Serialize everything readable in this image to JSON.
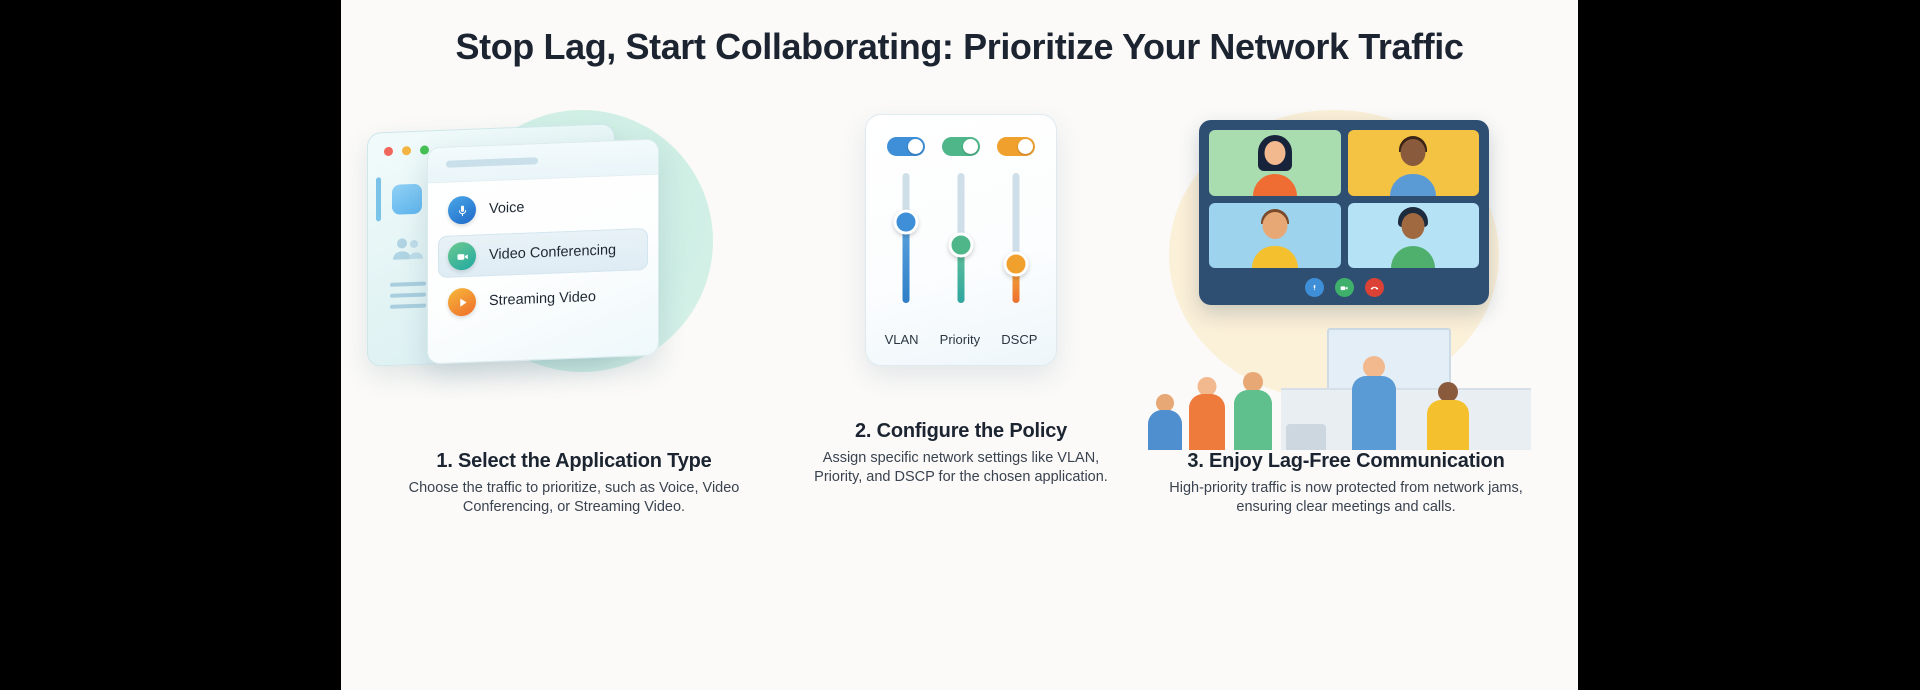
{
  "page": {
    "title": "Stop Lag, Start Collaborating: Prioritize Your Network Traffic",
    "background_color": "#fbfaf8",
    "letterbox_color": "#000000",
    "title_color": "#1b2430"
  },
  "steps": [
    {
      "heading": "1. Select the Application Type",
      "body": "Choose the traffic to prioritize, such as Voice, Video Conferencing, or Streaming Video.",
      "illustration": "app-selection-window",
      "window": {
        "traffic_lights": [
          "red",
          "yellow",
          "green"
        ],
        "sidebar_icons": [
          "dashboard-tile-icon",
          "people-icon",
          "list-lines-icon"
        ],
        "app_list": [
          {
            "label": "Voice",
            "icon": "microphone-icon",
            "color": "#2a7fd4",
            "selected": false
          },
          {
            "label": "Video Conferencing",
            "icon": "video-camera-icon",
            "color": "#34b39a",
            "selected": true
          },
          {
            "label": "Streaming Video",
            "icon": "play-icon",
            "color": "#f18a2e",
            "selected": false
          }
        ]
      }
    },
    {
      "heading": "2. Configure the Policy",
      "body": "Assign specific network settings like VLAN, Priority, and DSCP for the chosen application.",
      "illustration": "policy-slider-card",
      "controls": [
        {
          "label": "VLAN",
          "color": "#3f8fd8",
          "toggle_on": true,
          "slider_percent": 62
        },
        {
          "label": "Priority",
          "color": "#4fb68a",
          "toggle_on": true,
          "slider_percent": 45
        },
        {
          "label": "DSCP",
          "color": "#f0a02c",
          "toggle_on": true,
          "slider_percent": 30
        }
      ]
    },
    {
      "heading": "3. Enjoy Lag-Free Communication",
      "body": "High-priority traffic is now protected from network jams, ensuring clear meetings and calls.",
      "illustration": "video-call-meeting",
      "monitor": {
        "participant_tiles": [
          {
            "tile_color": "#a9ddb0",
            "shirt_color": "#ef6d32",
            "hair_color": "#16233b",
            "skin_color": "#f2b98f"
          },
          {
            "tile_color": "#f5c344",
            "shirt_color": "#5b9bd5",
            "hair_color": "#3a2418",
            "skin_color": "#8a5a3c"
          },
          {
            "tile_color": "#9ed3ee",
            "shirt_color": "#f5c02e",
            "hair_color": "#7a4a2a",
            "skin_color": "#e8a876"
          },
          {
            "tile_color": "#b6e2f5",
            "shirt_color": "#4fb06e",
            "hair_color": "#1c2b3e",
            "skin_color": "#a0693f"
          }
        ],
        "call_buttons": [
          {
            "name": "microphone-button",
            "glyph": "●",
            "color": "#3f8fd8"
          },
          {
            "name": "camera-button",
            "glyph": "▶",
            "color": "#3fb06b"
          },
          {
            "name": "end-call-button",
            "glyph": "⌕",
            "color": "#dc4136"
          }
        ]
      }
    }
  ]
}
